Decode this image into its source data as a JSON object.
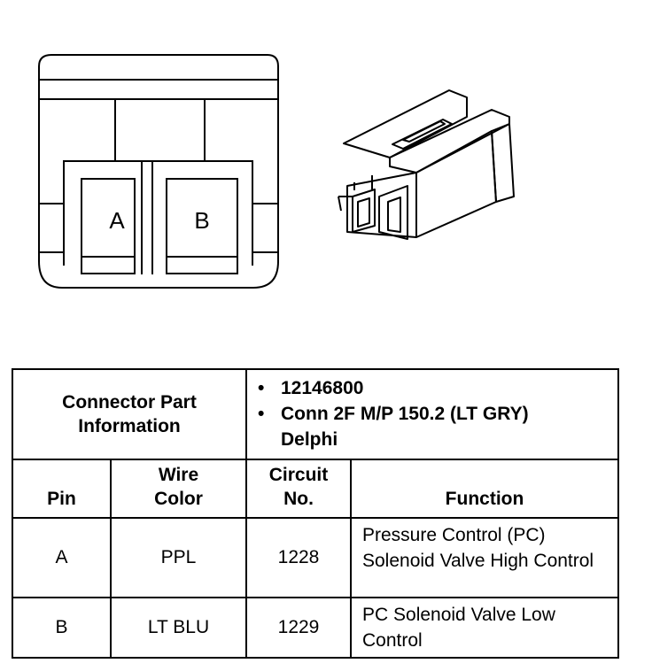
{
  "connector_face": {
    "pins": [
      "A",
      "B"
    ]
  },
  "part_info": {
    "label": "Connector Part Information",
    "bullets": [
      "12146800",
      "Conn 2F M/P 150.2 (LT GRY) Delphi"
    ]
  },
  "table": {
    "headers": {
      "pin": "Pin",
      "wire_color": "Wire Color",
      "circuit_no": "Circuit No.",
      "function": "Function"
    },
    "rows": [
      {
        "pin": "A",
        "wire_color": "PPL",
        "circuit": "1228",
        "function": "Pressure Control (PC) Solenoid Valve High Control"
      },
      {
        "pin": "B",
        "wire_color": "LT BLU",
        "circuit": "1229",
        "function": "PC Solenoid Valve Low Control"
      }
    ]
  }
}
